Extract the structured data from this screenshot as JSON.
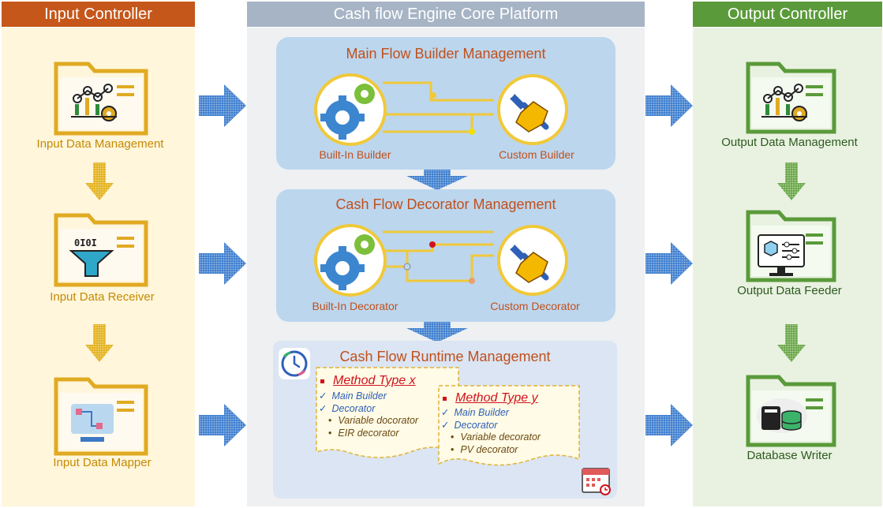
{
  "headers": {
    "input": "Input Controller",
    "core": "Cash flow Engine Core Platform",
    "output": "Output Controller"
  },
  "input": {
    "items": [
      {
        "label": "Input Data Management",
        "icon": "data-management-icon"
      },
      {
        "label": "Input Data Receiver",
        "icon": "filter-funnel-icon"
      },
      {
        "label": "Input Data Mapper",
        "icon": "mapper-icon"
      }
    ]
  },
  "output": {
    "items": [
      {
        "label": "Output Data Management",
        "icon": "data-management-icon"
      },
      {
        "label": "Output Data Feeder",
        "icon": "monitor-settings-icon"
      },
      {
        "label": "Database Writer",
        "icon": "database-icon"
      }
    ]
  },
  "core": {
    "builder": {
      "title": "Main Flow Builder Management",
      "left_label": "Built-In Builder",
      "right_label": "Custom Builder"
    },
    "decorator": {
      "title": "Cash Flow Decorator Management",
      "left_label": "Built-In Decorator",
      "right_label": "Custom Decorator"
    },
    "runtime": {
      "title": "Cash Flow Runtime Management",
      "method_x": {
        "title": "Method Type x",
        "items": [
          "Main Builder",
          "Decorator"
        ],
        "subitems": [
          "Variable docorator",
          "EIR decorator"
        ]
      },
      "method_y": {
        "title": "Method Type y",
        "items": [
          "Main Builder",
          "Decorator"
        ],
        "subitems": [
          "Variable decorator",
          "PV decorator"
        ]
      }
    }
  },
  "colors": {
    "input_header": "#c5571a",
    "core_header": "#a6b4c5",
    "output_header": "#5a9a3a",
    "input_bg": "#fff6dc",
    "core_bg": "#eef0f2",
    "output_bg": "#e9f2e1",
    "flow_box": "#bcd6ee",
    "runtime_box": "#dbe5f3",
    "folder_gold": "#e0aa22",
    "folder_green": "#5a9a3a",
    "arrow_blue": "#3d78c4"
  }
}
